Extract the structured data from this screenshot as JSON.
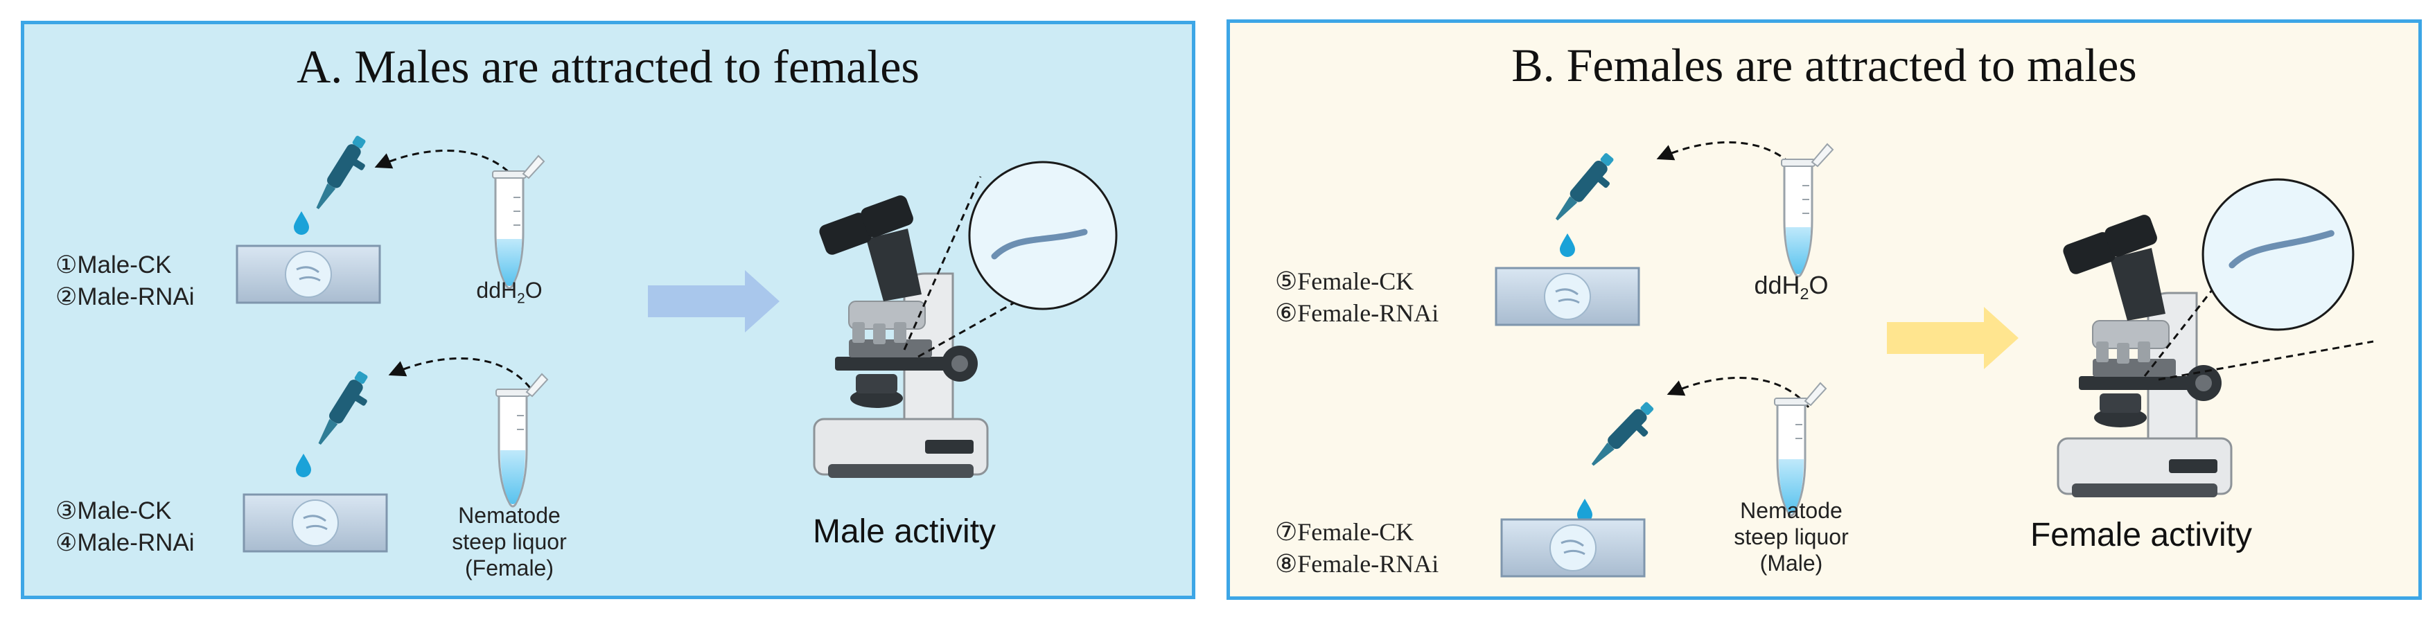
{
  "panel_a": {
    "title": "A. Males are attracted to females",
    "group1": [
      "①Male-CK",
      "②Male-RNAi"
    ],
    "group2": [
      "③Male-CK",
      "④Male-RNAi"
    ],
    "liquid1": "ddH₂O",
    "liquid2": [
      "Nematode",
      "steep liquor",
      "(Female)"
    ],
    "activity": "Male activity",
    "arrow_color": "#a9c7ec"
  },
  "panel_b": {
    "title": "B. Females are attracted to males",
    "group1": [
      "⑤Female-CK",
      "⑥Female-RNAi"
    ],
    "group2": [
      "⑦Female-CK",
      "⑧Female-RNAi"
    ],
    "liquid1": "ddH₂O",
    "liquid2": [
      "Nematode",
      "steep liquor",
      "(Male)"
    ],
    "activity": "Female activity",
    "arrow_color": "#ffe58f"
  },
  "colors": {
    "border": "#3da6e6",
    "panel_a_bg": "#cdebf5",
    "panel_b_bg": "#fdf9ec",
    "pipette": "#1f5f78"
  },
  "icons": [
    "pipette-icon",
    "droplet-icon",
    "slide-icon",
    "tube-icon",
    "microscope-icon",
    "worm-icon",
    "dashed-arrow-icon"
  ]
}
